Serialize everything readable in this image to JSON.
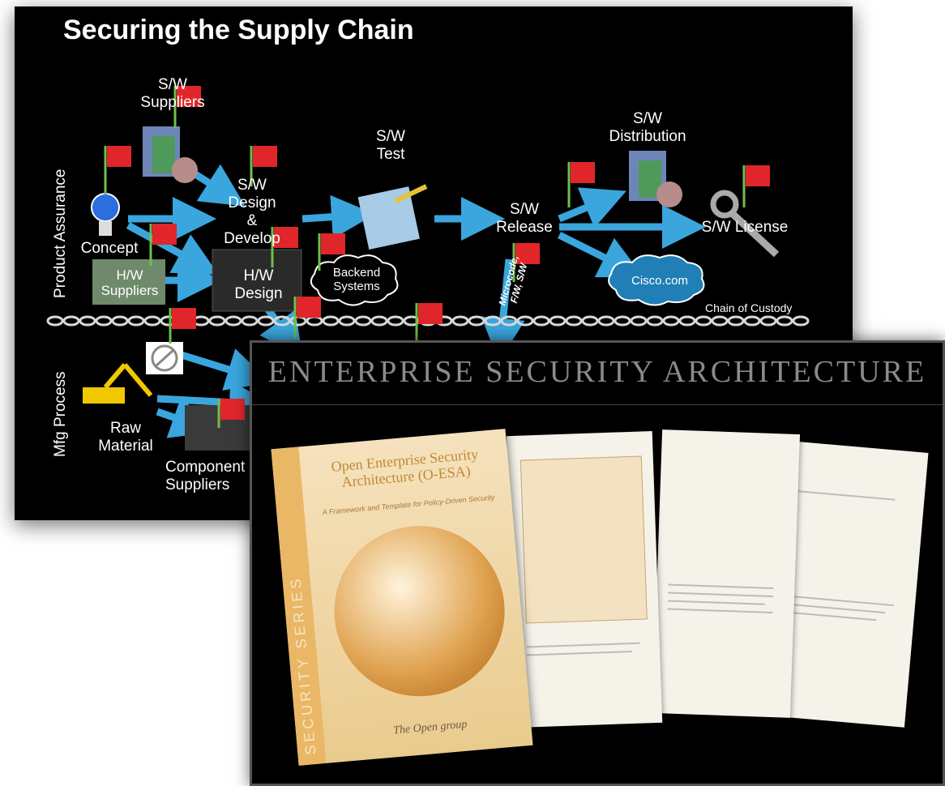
{
  "slide1": {
    "title": "Securing the Supply Chain",
    "nodes": {
      "sw_suppliers": "S/W\nSuppliers",
      "sw_design": "S/W\nDesign\n&\nDevelop",
      "sw_test": "S/W\nTest",
      "sw_release": "S/W\nRelease",
      "sw_distribution": "S/W\nDistribution",
      "sw_license": "S/W License",
      "concept": "Concept",
      "hw_suppliers": "H/W\nSuppliers",
      "hw_design": "H/W\nDesign",
      "backend": "Backend\nSystems",
      "cisco": "Cisco.com",
      "chain": "Chain of Custody",
      "microcode": "Microcode,\nF/W, S/W",
      "raw_material": "Raw\nMaterial",
      "component_suppliers": "Component\nSuppliers"
    },
    "side_labels": {
      "product_assurance": "Product Assurance",
      "mfg_process": "Mfg Process"
    }
  },
  "slide2": {
    "title": "ENTERPRISE SECURITY ARCHITECTURE",
    "cover": {
      "series": "SECURITY SERIES",
      "title": "Open Enterprise Security Architecture (O-ESA)",
      "subtitle": "A Framework and Template for Policy-Driven Security",
      "publisher": "The Open group"
    }
  },
  "colors": {
    "arrow": "#3aa6dd",
    "flag": "#e0262a",
    "background": "#000000"
  }
}
